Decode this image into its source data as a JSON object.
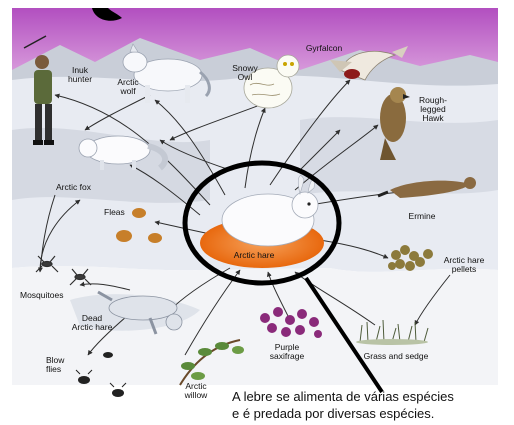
{
  "diagram": {
    "colors": {
      "sky_top": "#b24fc0",
      "sky_bottom": "#e7b9e6",
      "snow": "#e8ebf2",
      "snow_shadow": "#c9ced8",
      "hub_fill": "#f07b1e",
      "ring": "#000000",
      "arrow": "#2e2e2e"
    },
    "nodes": {
      "inuk_hunter": {
        "label": "Inuk\nhunter",
        "icon": "hunter-figure-icon"
      },
      "arctic_wolf": {
        "label": "Arctic\nwolf",
        "icon": "wolf-icon"
      },
      "snowy_owl": {
        "label": "Snowy\nOwl",
        "icon": "owl-icon"
      },
      "gyrfalcon": {
        "label": "Gyrfalcon",
        "icon": "falcon-icon"
      },
      "rough_legged_hawk": {
        "label": "Rough-\nlegged\nHawk",
        "icon": "hawk-icon"
      },
      "arctic_fox": {
        "label": "Arctic fox",
        "icon": "fox-icon"
      },
      "fleas": {
        "label": "Fleas",
        "icon": "flea-icon"
      },
      "ermine": {
        "label": "Ermine",
        "icon": "ermine-icon"
      },
      "arctic_hare": {
        "label": "Arctic hare",
        "icon": "hare-icon"
      },
      "arctic_hare_pellets": {
        "label": "Arctic hare\npellets",
        "icon": "pellets-icon"
      },
      "mosquitoes": {
        "label": "Mosquitoes",
        "icon": "mosquito-icon"
      },
      "dead_arctic_hare": {
        "label": "Dead\nArctic hare",
        "icon": "dead-hare-icon"
      },
      "purple_saxifrage": {
        "label": "Purple\nsaxifrage",
        "icon": "flower-icon"
      },
      "grass_and_sedge": {
        "label": "Grass and sedge",
        "icon": "grass-icon"
      },
      "blow_flies": {
        "label": "Blow\nflies",
        "icon": "fly-icon"
      },
      "arctic_willow": {
        "label": "Arctic\nwillow",
        "icon": "willow-icon"
      }
    },
    "caption": {
      "line1": "A lebre se alimenta de várias espécies",
      "line2": "e é predada por diversas espécies."
    }
  }
}
